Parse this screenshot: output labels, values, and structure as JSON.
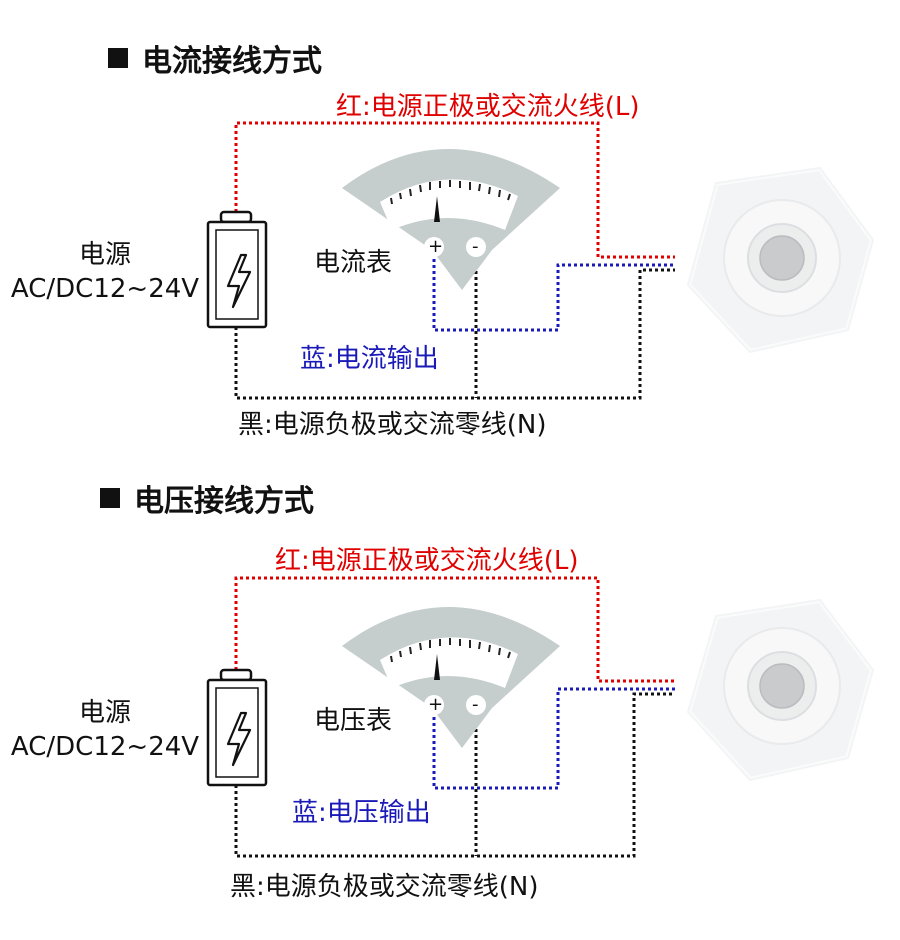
{
  "sections": [
    {
      "title": "电流接线方式",
      "red_wire_label": "红:电源正极或交流火线(L)",
      "blue_wire_label": "蓝:电流输出",
      "black_wire_label": "黑:电源负极或交流零线(N)",
      "power_source_label": "电源",
      "power_source_voltage": "AC/DC12~24V",
      "meter_label": "电流表",
      "plus_terminal": "+",
      "minus_terminal": "-"
    },
    {
      "title": "电压接线方式",
      "red_wire_label": "红:电源正极或交流火线(L)",
      "blue_wire_label": "蓝:电压输出",
      "black_wire_label": "黑:电源负极或交流零线(N)",
      "power_source_label": "电源",
      "power_source_voltage": "AC/DC12~24V",
      "meter_label": "电压表",
      "plus_terminal": "+",
      "minus_terminal": "-"
    }
  ],
  "colors": {
    "red_wire": "#e00000",
    "blue_wire": "#1a1ab8",
    "black_wire": "#111111",
    "meter_body": "#c5cdcd",
    "sensor_body": "#f3f4f5"
  },
  "icons": [
    "battery-icon",
    "lightning-bolt-icon",
    "meter-icon",
    "pir-sensor-icon"
  ]
}
